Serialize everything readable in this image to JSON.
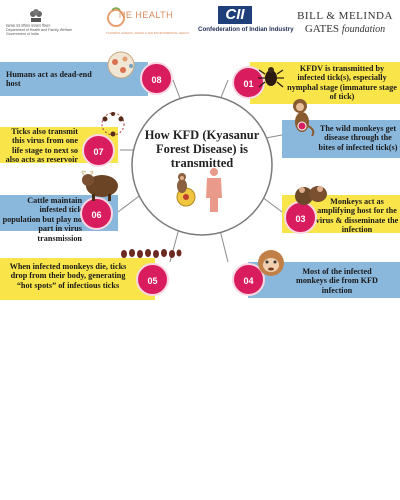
{
  "header": {
    "ministry_line1": "स्वास्थ्य एवं परिवार कल्याण विभाग",
    "ministry_line2": "Department of Health and Family Welfare",
    "ministry_line3": "Government of India",
    "onehealth_name": "NE HEALTH",
    "onehealth_sub": "TOWARDS HUMANS, ANIMALS AND ENVIRONMENTAL HEALTH",
    "cii_mark": "CII",
    "cii_name": "Confederation of Indian Industry",
    "bmgf_line1": "BILL & MELINDA",
    "bmgf_line2": "GATES",
    "bmgf_line2b": "foundation"
  },
  "center": {
    "title": "How KFD (Kyasanur Forest Disease) is transmitted"
  },
  "steps": [
    {
      "number": "01",
      "text": "KFDV is transmitted by infected tick(s), especially nymphal stage (immature stage of tick)"
    },
    {
      "number": "02",
      "text": "The wild monkeys get disease through the bites of infected tick(s)"
    },
    {
      "number": "03",
      "text": "Monkeys act as amplifying host for the virus & disseminate the infection"
    },
    {
      "number": "04",
      "text": "Most of the infected monkeys die from KFD infection"
    },
    {
      "number": "05",
      "text": "When infected monkeys die, ticks drop from their body, generating “hot spots” of infectious ticks"
    },
    {
      "number": "06",
      "text": "Cattle maintain infested tick population but play no part in virus transmission"
    },
    {
      "number": "07",
      "text": "Ticks also transmit this virus from one life stage to next so also acts as reservoir"
    },
    {
      "number": "08",
      "text": "Humans act as dead-end host"
    }
  ],
  "colors": {
    "blue_band": "#8ab7dc",
    "yellow_band": "#f9e54a",
    "number_circle": "#d81c5e",
    "connector": "#8a8a8a"
  },
  "icons": [
    "ashoka-emblem-icon",
    "one-health-logo-icon",
    "cii-logo-icon",
    "tick-icon",
    "monkey-icon",
    "monkey-group-icon",
    "monkey-face-icon",
    "tick-chain-icon",
    "cattle-icon",
    "tick-lifecycle-icon",
    "mosquito-cycle-icon",
    "monkey-human-icon"
  ]
}
